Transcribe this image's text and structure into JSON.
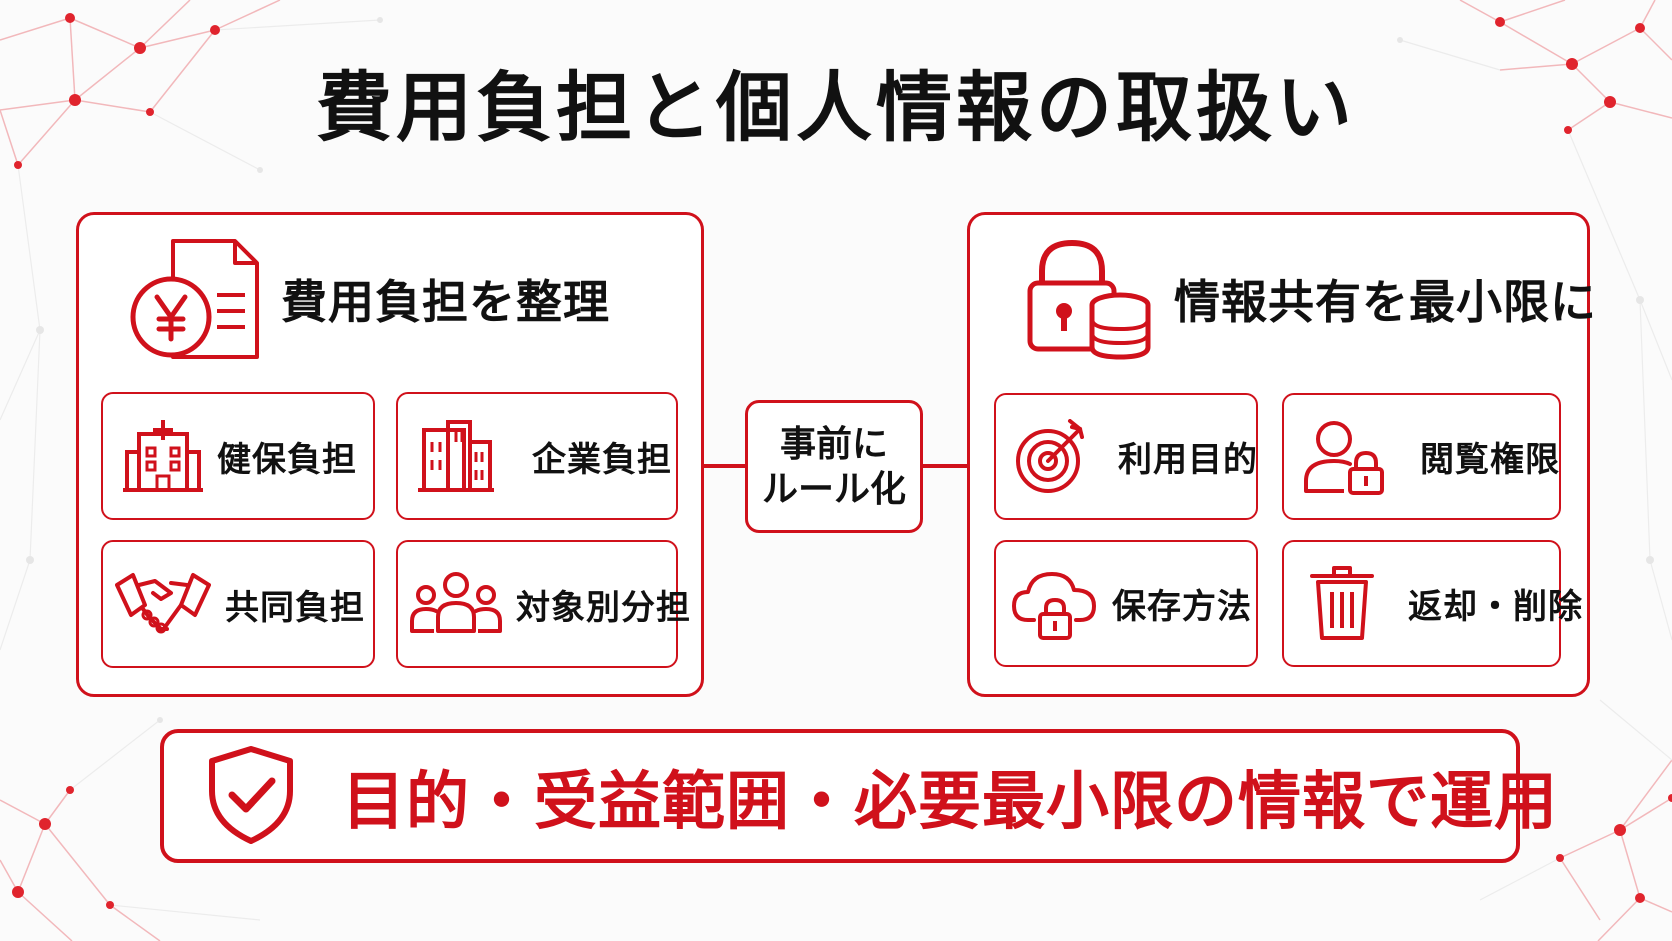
{
  "title": "費用負担と個人情報の取扱い",
  "colors": {
    "accent": "#d0111b",
    "text": "#111111",
    "background": "#fbfbfb"
  },
  "left_panel": {
    "title": "費用負担を整理",
    "icon": "yen-document-icon",
    "items": [
      {
        "label": "健保負担",
        "icon": "hospital-icon"
      },
      {
        "label": "企業負担",
        "icon": "office-building-icon"
      },
      {
        "label": "共同負担",
        "icon": "handshake-icon"
      },
      {
        "label": "対象別分担",
        "icon": "group-people-icon"
      }
    ]
  },
  "center": {
    "line1": "事前に",
    "line2": "ルール化"
  },
  "right_panel": {
    "title": "情報共有を最小限に",
    "icon": "lock-database-icon",
    "items": [
      {
        "label": "利用目的",
        "icon": "target-icon"
      },
      {
        "label": "閲覧権限",
        "icon": "user-lock-icon"
      },
      {
        "label": "保存方法",
        "icon": "cloud-lock-icon"
      },
      {
        "label": "返却・削除",
        "icon": "trash-icon"
      }
    ]
  },
  "banner": {
    "text": "目的・受益範囲・必要最小限の情報で運用",
    "icon": "shield-check-icon"
  }
}
